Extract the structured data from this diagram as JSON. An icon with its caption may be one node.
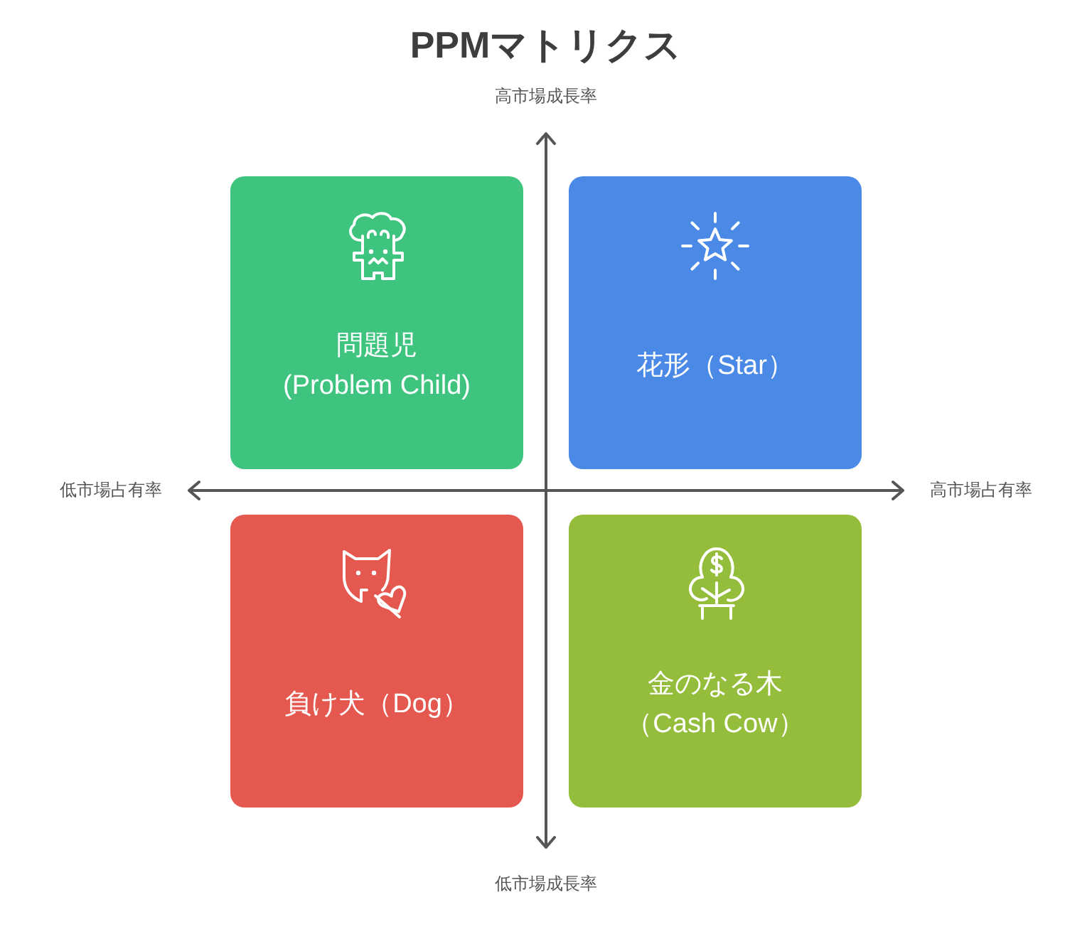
{
  "diagram": {
    "title": "PPMマトリクス",
    "nodes": [
      {
        "text": [
          "問題児 (Problem Child)"
        ]
      },
      {
        "text": [
          "花形（Star）"
        ]
      },
      {
        "text": [
          "負け犬（Dog）"
        ]
      },
      {
        "text": [
          "金のなる木（Cash Cow）"
        ]
      }
    ],
    "labels": [
      "高市場成長率",
      "低市場占有率",
      "高市場占有率",
      "低市場成長率"
    ]
  }
}
